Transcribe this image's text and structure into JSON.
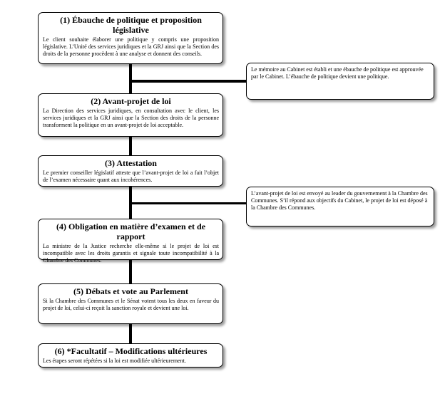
{
  "steps": [
    {
      "title": "(1) Ébauche de politique et proposition législative",
      "body": "Le client souhaite élaborer une politique y compris une proposition législative. L’Unité des services juridiques et la GRJ ainsi que la Section des droits de la personne procèdent à une analyse et donnent des conseils."
    },
    {
      "title": "(2) Avant-projet de loi",
      "body": "La Direction des services juridiques, en consultation avec le client, les services juridiques et la GRJ ainsi que la Section des droits de la personne transforment la politique en un avant-projet de loi acceptable."
    },
    {
      "title": "(3) Attestation",
      "body": "Le premier conseiller législatif atteste que l’avant-projet de loi a fait l’objet de l’examen nécessaire quant aux incohérences."
    },
    {
      "title": "(4) Obligation en matière d’examen et de rapport",
      "body": "La ministre de la Justice recherche elle-même si le projet de loi est incompatible avec les droits garantis et signale toute incompatibilité à la Chambre des Communes."
    },
    {
      "title": "(5) Débats et vote au Parlement",
      "body": "Si la Chambre des Communes et le Sénat votent tous les deux en faveur du projet de loi, celui-ci reçoit la sanction royale et devient une loi."
    },
    {
      "title": "(6) *Facultatif – Modifications ultérieures",
      "body": "Les étapes seront répétées si la loi est modifiée ultérieurement."
    }
  ],
  "notes": [
    "Le mémoire au Cabinet est établi et une ébauche de politique est approuvée par le Cabinet. L’ébauche de politique devient une politique.",
    "L’avant-projet de loi est envoyé au leader du gouvernement à la Chambre des Communes. S’il répond aux objectifs du Cabinet, le projet de loi est déposé à la Chambre des Communes."
  ]
}
